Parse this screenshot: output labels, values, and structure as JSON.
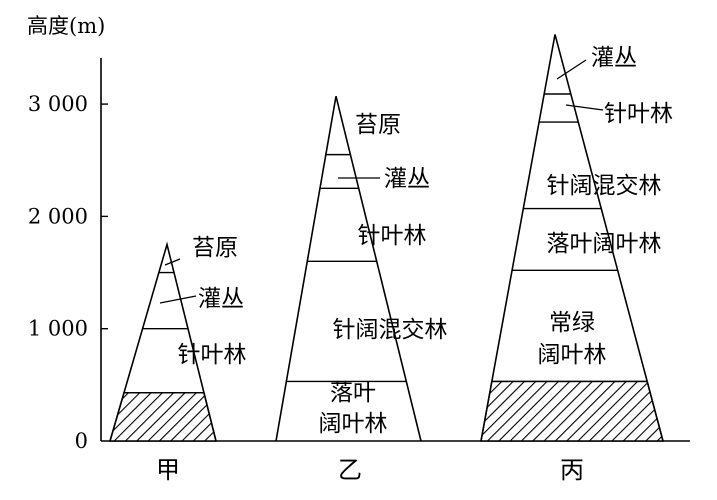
{
  "axis": {
    "title": "高度(m)",
    "ticks": [
      {
        "value": 0,
        "label": "0"
      },
      {
        "value": 1000,
        "label": "1 000"
      },
      {
        "value": 2000,
        "label": "2 000"
      },
      {
        "value": 3000,
        "label": "3 000"
      }
    ]
  },
  "mountains": [
    {
      "name": "甲",
      "peak_m": 1750,
      "zones": [
        {
          "label": "",
          "hatched": true,
          "from_m": 0,
          "to_m": 430
        },
        {
          "label": "针叶林",
          "from_m": 430,
          "to_m": 1000
        },
        {
          "label": "灌丛",
          "from_m": 1000,
          "to_m": 1500
        },
        {
          "label": "苔原",
          "from_m": 1500,
          "to_m": 1750
        }
      ]
    },
    {
      "name": "乙",
      "peak_m": 3070,
      "zones": [
        {
          "label": "落叶阔叶林",
          "from_m": 0,
          "to_m": 530
        },
        {
          "label": "针阔混交林",
          "from_m": 530,
          "to_m": 1600
        },
        {
          "label": "针叶林",
          "from_m": 1600,
          "to_m": 2250
        },
        {
          "label": "灌丛",
          "from_m": 2250,
          "to_m": 2550
        },
        {
          "label": "苔原",
          "from_m": 2550,
          "to_m": 3070
        }
      ]
    },
    {
      "name": "丙",
      "peak_m": 3620,
      "zones": [
        {
          "label": "",
          "hatched": true,
          "from_m": 0,
          "to_m": 530
        },
        {
          "label": "常绿阔叶林",
          "from_m": 530,
          "to_m": 1520
        },
        {
          "label": "落叶阔叶林",
          "from_m": 1520,
          "to_m": 2070
        },
        {
          "label": "针阔混交林",
          "from_m": 2070,
          "to_m": 2840
        },
        {
          "label": "针叶林",
          "from_m": 2840,
          "to_m": 3090
        },
        {
          "label": "灌丛",
          "from_m": 3090,
          "to_m": 3620
        }
      ]
    }
  ]
}
